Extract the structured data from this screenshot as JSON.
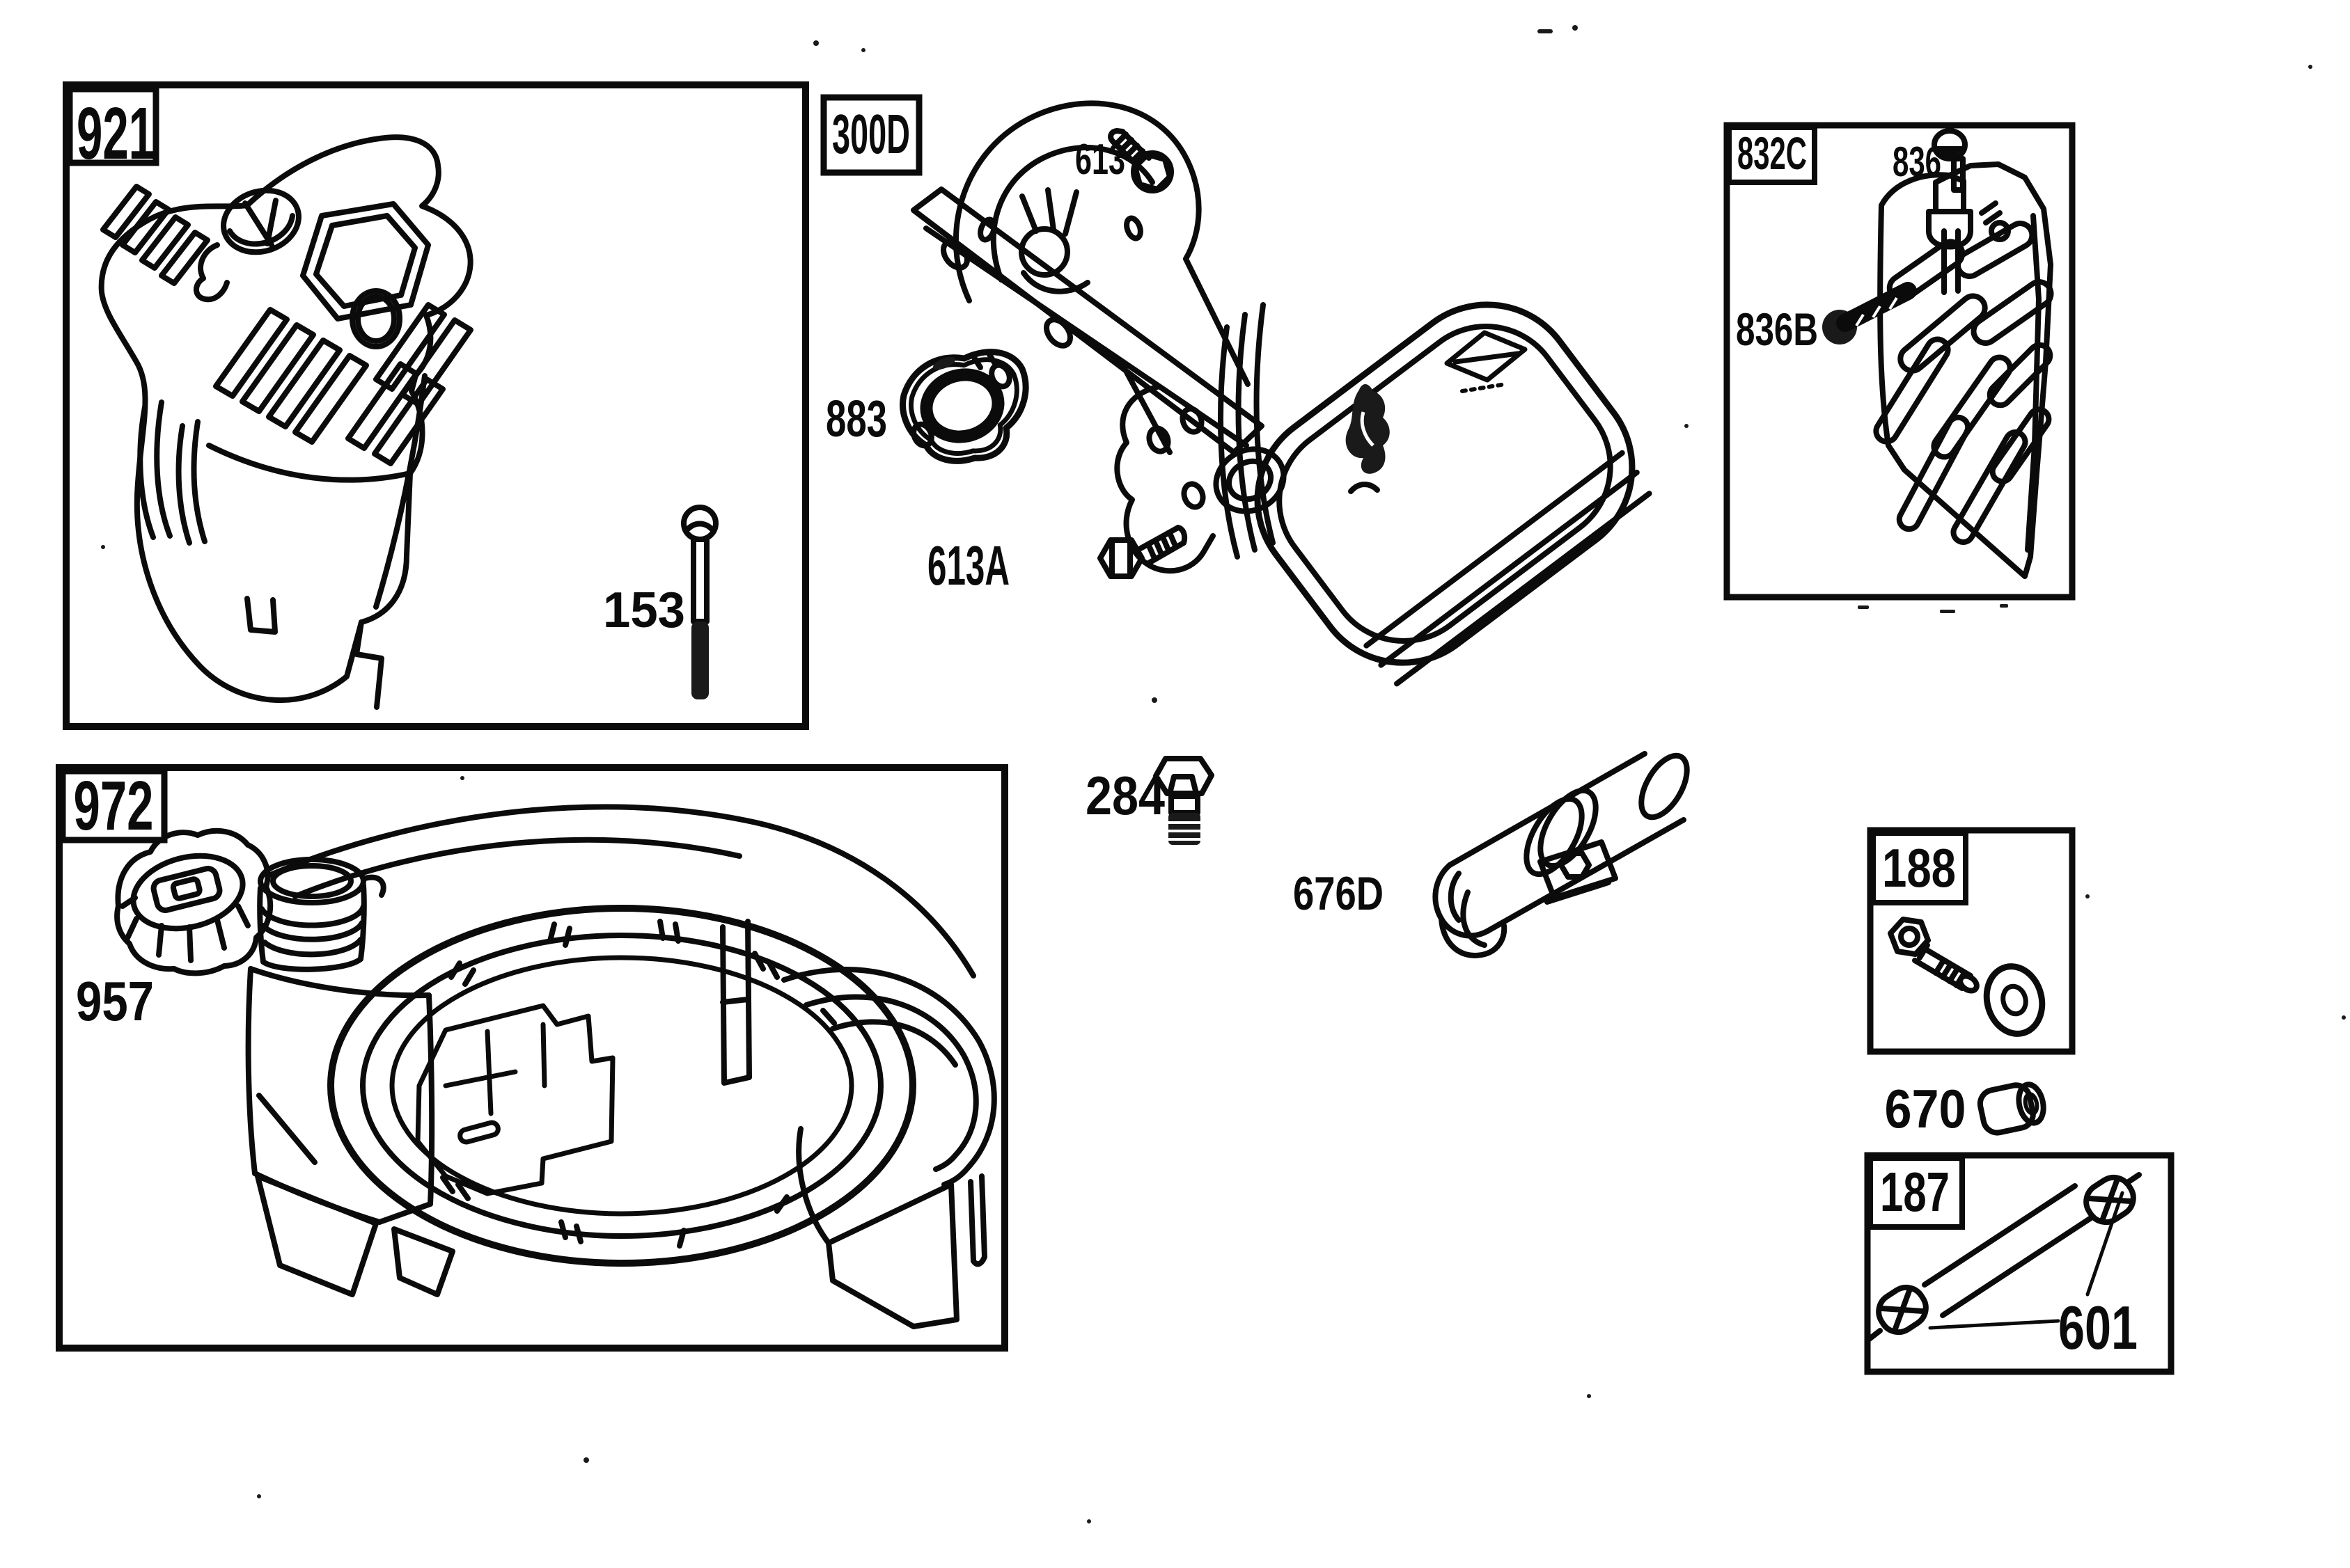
{
  "colors": {
    "paper": "#ffffff",
    "ink": "#0b0b0b"
  },
  "labels": {
    "box921": "921",
    "box300D": "300D",
    "box832C": "832C",
    "box972": "972",
    "box188": "188",
    "box187": "187",
    "p613": "613",
    "p883": "883",
    "p613A": "613A",
    "p153": "153",
    "p836": "836",
    "p836B": "836B",
    "p284": "284",
    "p676D": "676D",
    "p957": "957",
    "p670": "670",
    "p601": "601"
  }
}
